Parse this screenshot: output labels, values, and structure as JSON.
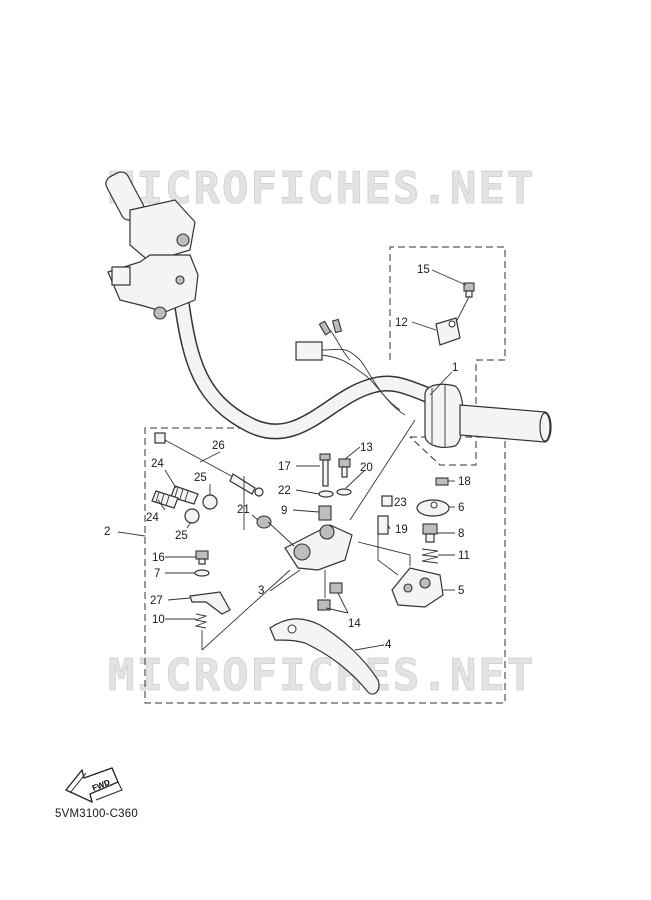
{
  "watermark": "MICROFICHES.NET",
  "diagram_code": "5VM3100-C360",
  "fwd_label": "FWD",
  "callouts": {
    "c1": "1",
    "c2": "2",
    "c3": "3",
    "c4": "4",
    "c5": "5",
    "c6": "6",
    "c7": "7",
    "c8": "8",
    "c9": "9",
    "c10": "10",
    "c11": "11",
    "c12": "12",
    "c13": "13",
    "c14": "14",
    "c15": "15",
    "c16": "16",
    "c17": "17",
    "c18": "18",
    "c19": "19",
    "c20": "20",
    "c21": "21",
    "c22": "22",
    "c23": "23",
    "c24a": "24",
    "c24b": "24",
    "c25a": "25",
    "c25b": "25",
    "c26": "26",
    "c27": "27"
  }
}
